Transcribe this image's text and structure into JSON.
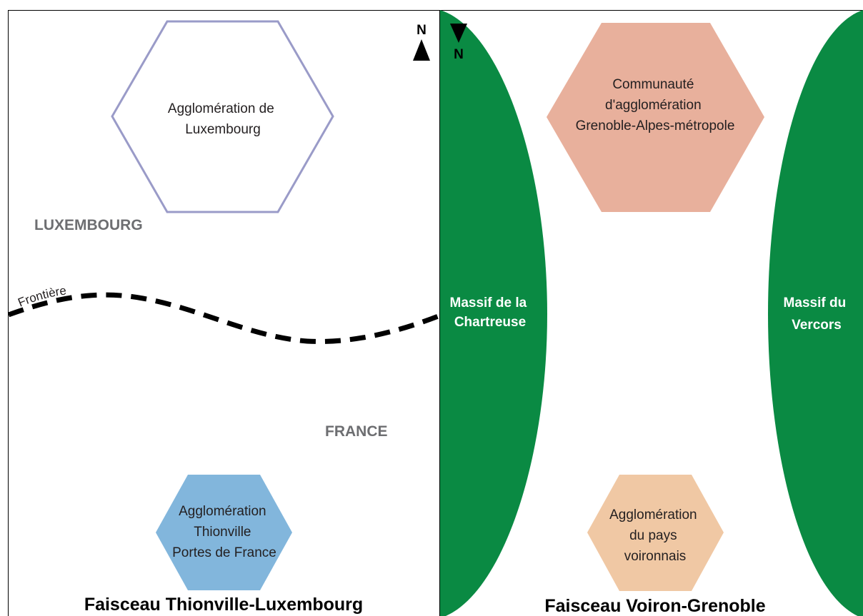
{
  "colors": {
    "frame": "#000000",
    "massif_green": "#0a8a43",
    "lux_hex_stroke": "#9a9bc8",
    "thionville_hex_fill": "#82b6dc",
    "grenoble_hex_fill": "#e8b09c",
    "voiron_hex_fill": "#f0c8a4",
    "country_gray": "#6d6e71"
  },
  "left_panel": {
    "title": "Faisceau Thionville-Luxembourg",
    "north_label": "N",
    "north_icon": "north-arrow-up",
    "country_top": "LUXEMBOURG",
    "country_bottom": "FRANCE",
    "border_label": "Frontière",
    "agglo_luxembourg": [
      "Agglomération de",
      "Luxembourg"
    ],
    "agglo_thionville": [
      "Agglomération",
      "Thionville",
      "Portes de France"
    ]
  },
  "right_panel": {
    "title": "Faisceau Voiron-Grenoble",
    "north_label": "N",
    "north_icon": "north-arrow-down",
    "massif_left": [
      "Massif de la",
      "Chartreuse"
    ],
    "massif_right": [
      "Massif du",
      "Vercors"
    ],
    "agglo_grenoble": [
      "Communauté",
      "d'agglomération",
      "Grenoble-Alpes-métropole"
    ],
    "agglo_voiron": [
      "Agglomération",
      "du pays",
      "voironnais"
    ]
  }
}
